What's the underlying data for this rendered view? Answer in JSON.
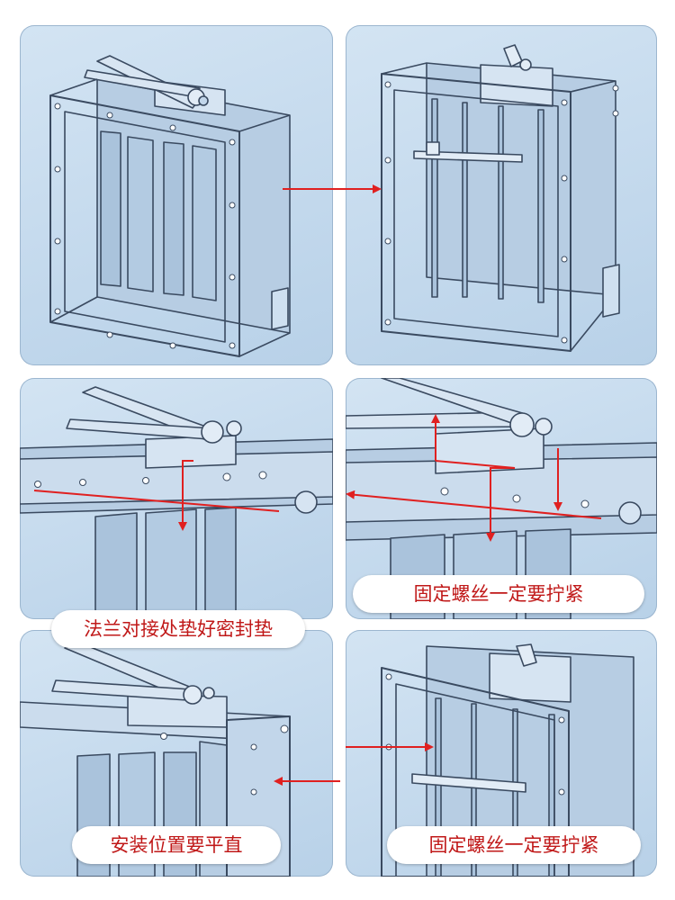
{
  "labels": {
    "flange_gasket": "法兰对接处垫好密封垫",
    "tighten_bolts_1": "固定螺丝一定要拧紧",
    "install_level": "安装位置要平直",
    "tighten_bolts_2": "固定螺丝一定要拧紧"
  },
  "colors": {
    "panel_background": "#c6dbee",
    "line": "#3a4a60",
    "frame_fill": "#c2d6ea",
    "arrow": "#e02020",
    "label_text": "#c01818",
    "label_background": "#ffffff"
  },
  "panels": [
    {
      "id": "damper-front-view"
    },
    {
      "id": "damper-rear-view"
    },
    {
      "id": "flange-gasket-closeup"
    },
    {
      "id": "bolt-closeup"
    },
    {
      "id": "install-level-closeup"
    },
    {
      "id": "damper-side-view"
    }
  ]
}
